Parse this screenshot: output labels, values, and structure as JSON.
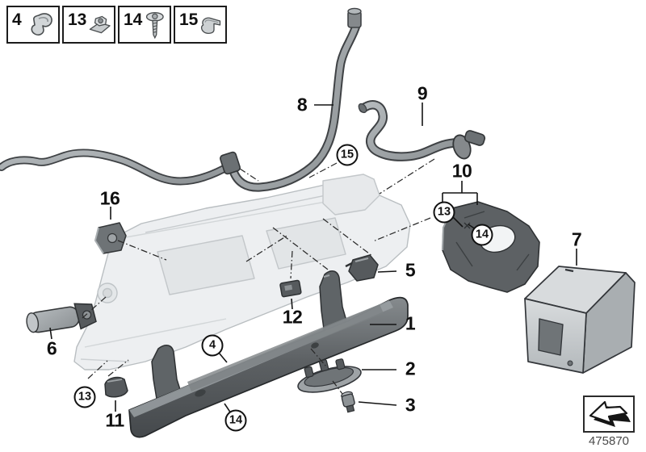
{
  "legend": {
    "items": [
      {
        "number": "4",
        "icon": "clamp-clip-icon"
      },
      {
        "number": "13",
        "icon": "clip-nut-icon"
      },
      {
        "number": "14",
        "icon": "self-tapping-screw-icon"
      },
      {
        "number": "15",
        "icon": "spring-clip-icon"
      }
    ]
  },
  "callouts": {
    "plain": [
      {
        "number": "8"
      },
      {
        "number": "9"
      },
      {
        "number": "10"
      },
      {
        "number": "7"
      },
      {
        "number": "16"
      },
      {
        "number": "5"
      },
      {
        "number": "12"
      },
      {
        "number": "6"
      },
      {
        "number": "1"
      },
      {
        "number": "2"
      },
      {
        "number": "3"
      },
      {
        "number": "11"
      }
    ],
    "circled": [
      {
        "number": "15"
      },
      {
        "number": "13"
      },
      {
        "number": "14"
      },
      {
        "number": "4"
      },
      {
        "number": "13"
      },
      {
        "number": "14"
      }
    ]
  },
  "footer": {
    "drawing_number": "475870",
    "nav_icon": "direction-arrow-icon"
  },
  "colors": {
    "background": "#ffffff",
    "outline_dark": "#35383a",
    "part_dark": "#565a5d",
    "part_mid": "#9ea3a6",
    "housing_light": "#edeff1",
    "label_text": "#101010"
  }
}
